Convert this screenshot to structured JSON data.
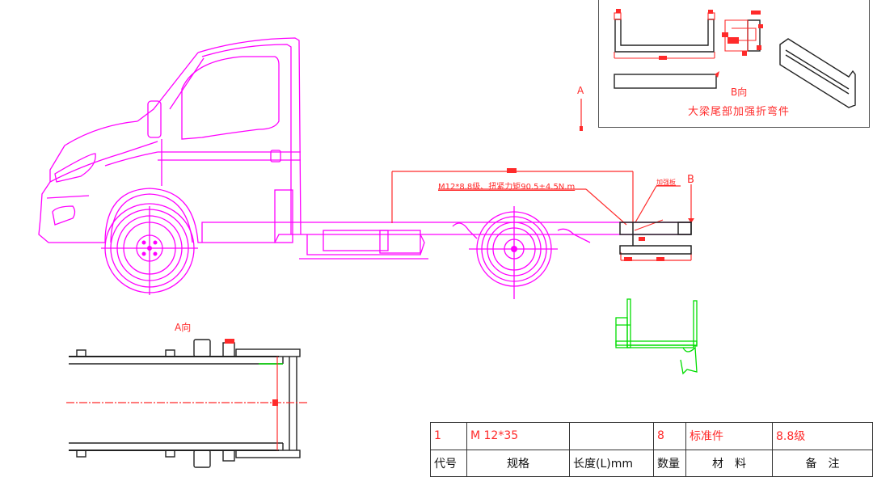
{
  "drawing": {
    "view_a_arrow_label": "A",
    "view_b_arrow_label": "B",
    "view_a_title": "A向",
    "annotation_bolt": "M12*8.8级、扭紧力矩90.5±4.5N.m",
    "annotation_small": "加强板",
    "colors": {
      "truck": "#ff00ff",
      "dimension": "#ff2a2a",
      "bracket": "#00dd00",
      "outline": "#222222"
    }
  },
  "detail_b": {
    "view_label": "B向",
    "caption": "大梁尾部加强折弯件"
  },
  "title_block": {
    "row1": {
      "code": "1",
      "spec": "M 12*35",
      "length": "",
      "qty": "8",
      "material": "标准件",
      "note": "8.8级"
    },
    "headers": {
      "code": "代号",
      "spec": "规格",
      "length": "长度(L)mm",
      "qty": "数量",
      "material": "材　料",
      "note": "备　注"
    }
  }
}
